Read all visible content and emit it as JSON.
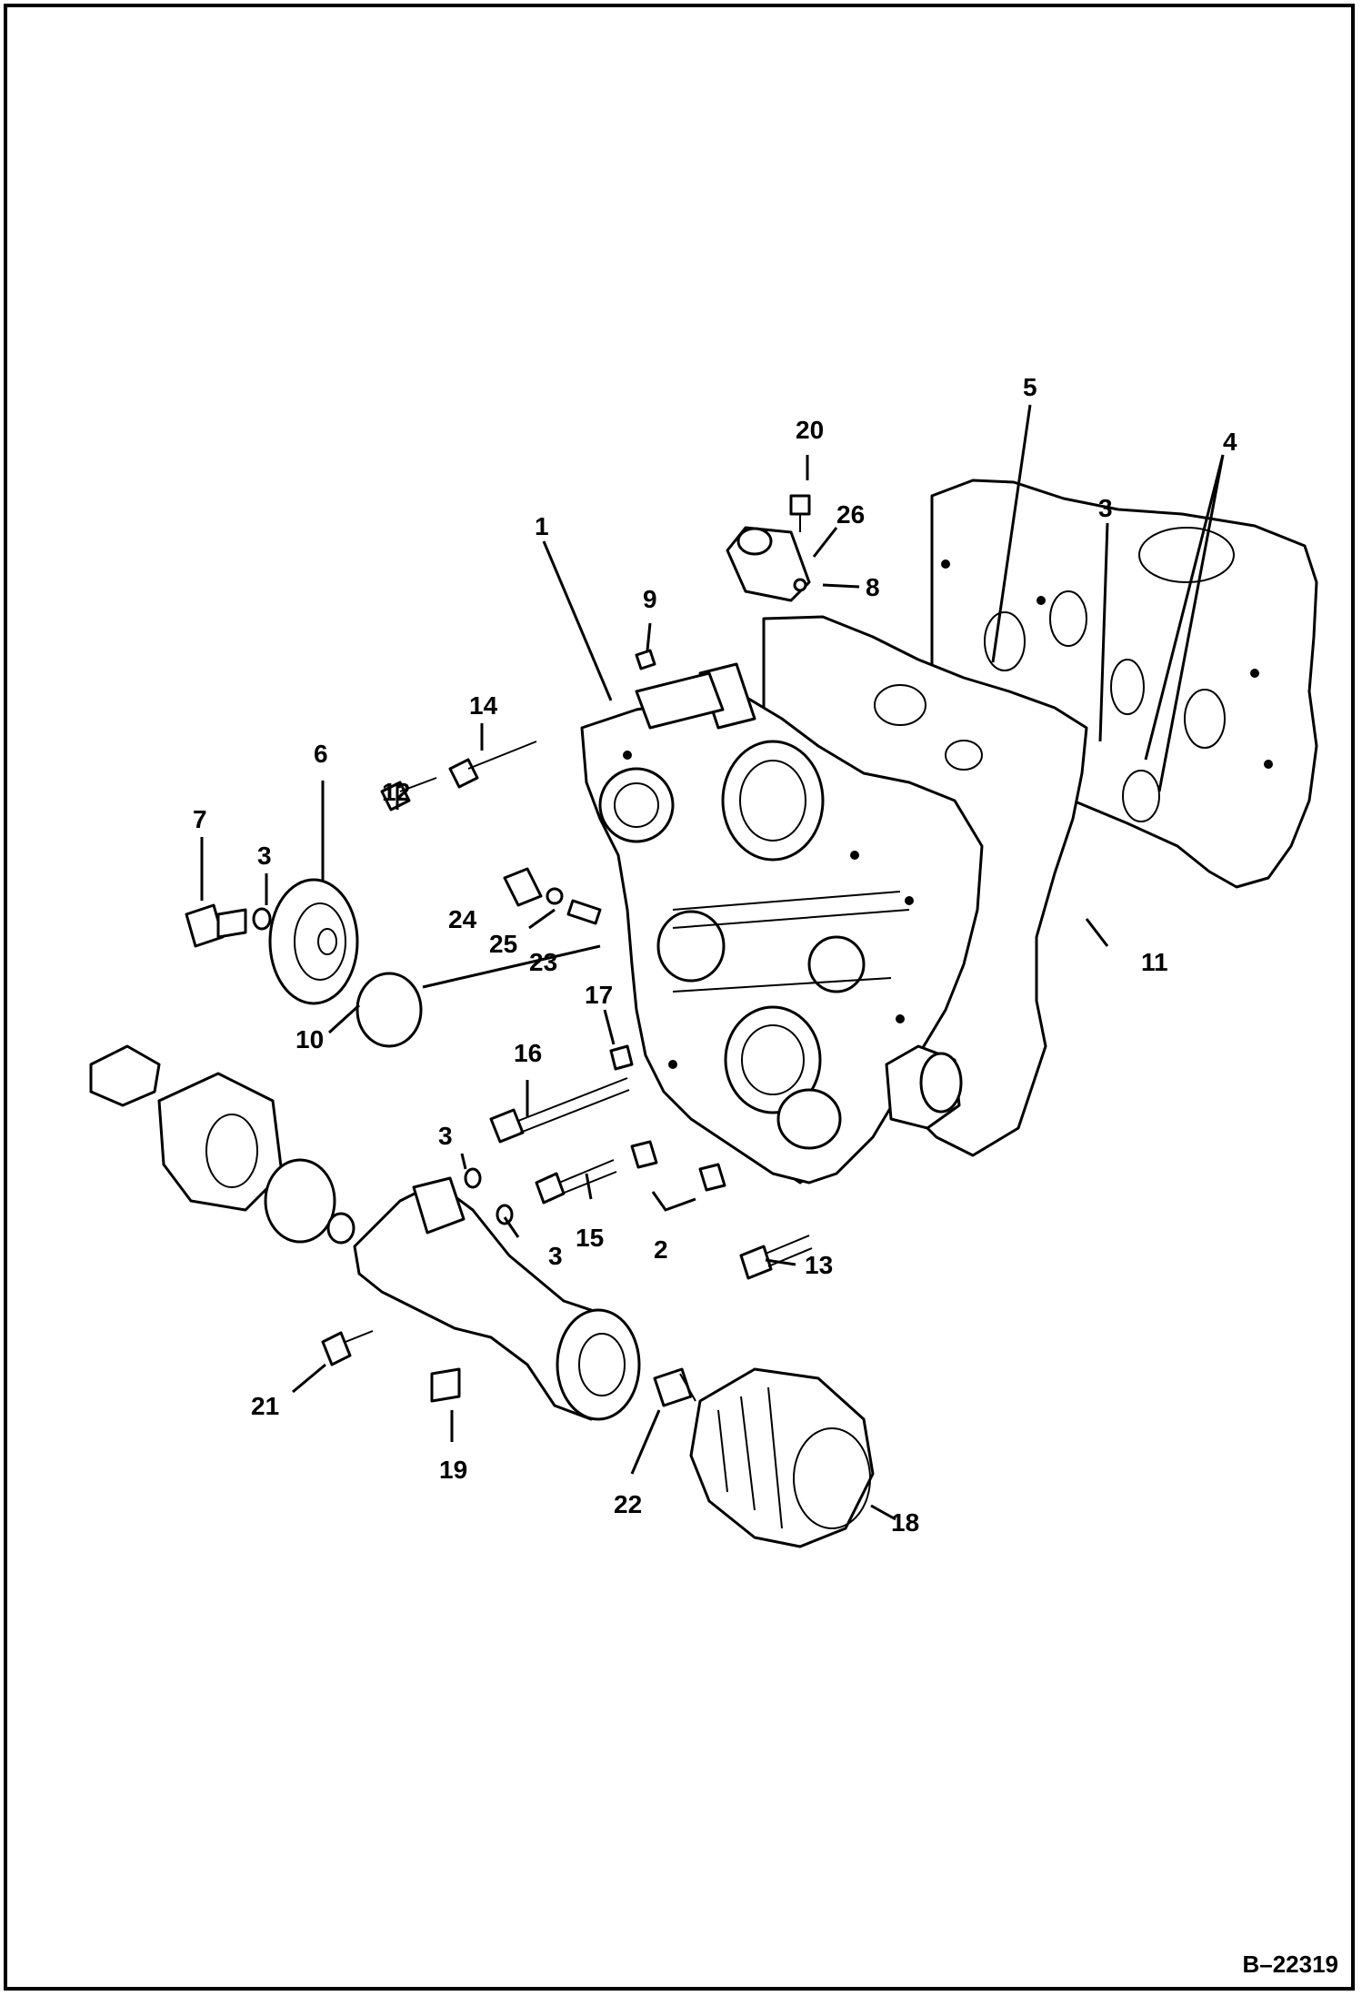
{
  "drawing": {
    "reference": "B–22319"
  },
  "callouts": {
    "c1": "1",
    "c2": "2",
    "c3a": "3",
    "c3b": "3",
    "c3c": "3",
    "c3d": "3",
    "c4": "4",
    "c5": "5",
    "c6": "6",
    "c7": "7",
    "c8": "8",
    "c9": "9",
    "c10": "10",
    "c11": "11",
    "c12": "12",
    "c13": "13",
    "c14": "14",
    "c15": "15",
    "c16": "16",
    "c17": "17",
    "c18": "18",
    "c19": "19",
    "c20": "20",
    "c21": "21",
    "c22": "22",
    "c23": "23",
    "c24": "24",
    "c25": "25",
    "c26": "26"
  }
}
